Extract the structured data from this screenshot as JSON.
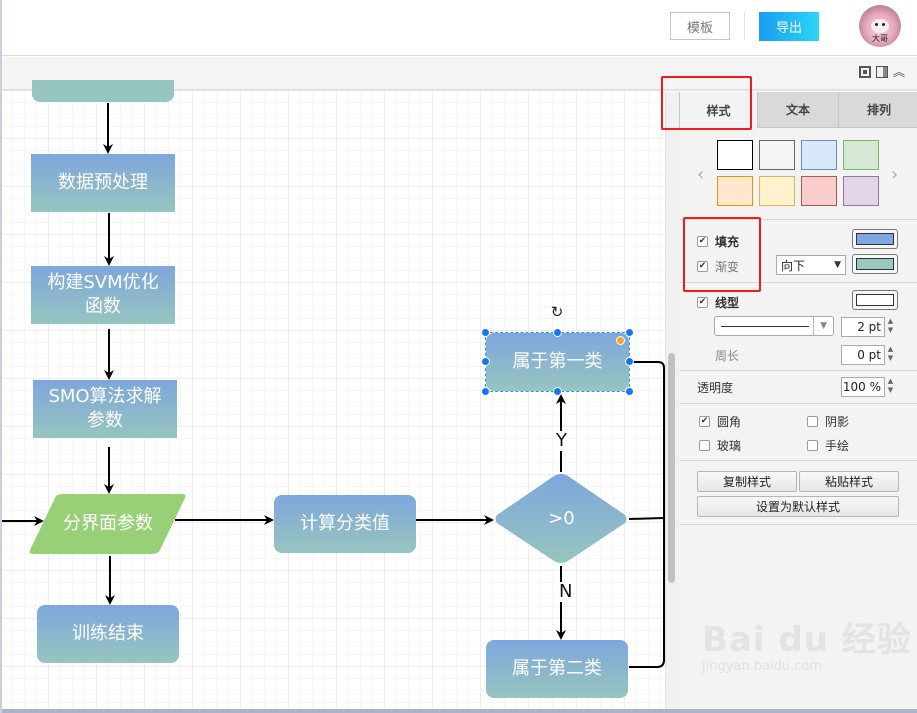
{
  "header": {
    "template_label": "模板",
    "export_label": "导出",
    "avatar_tag": "大哥"
  },
  "toolbar": {
    "icons": [
      "fit-screen-icon",
      "panel-toggle-icon",
      "collapse-icon"
    ],
    "collapse_glyph": "︽"
  },
  "diagram": {
    "nodes": [
      {
        "id": "data-preprocess",
        "label": "数据预处理",
        "shape": "rectangle"
      },
      {
        "id": "build-svm",
        "label": "构建SVM优化函数",
        "shape": "rectangle"
      },
      {
        "id": "smo-solve",
        "label": "SMO算法求解参数",
        "shape": "rectangle"
      },
      {
        "id": "boundary-params",
        "label": "分界面参数",
        "shape": "parallelogram",
        "color": "#97d077"
      },
      {
        "id": "train-end",
        "label": "训练结束",
        "shape": "rounded-rectangle"
      },
      {
        "id": "compute-value",
        "label": "计算分类值",
        "shape": "rounded-rectangle"
      },
      {
        "id": "decision",
        "label": ">0",
        "shape": "diamond"
      },
      {
        "id": "class-one",
        "label": "属于第一类",
        "shape": "rounded-rectangle",
        "selected": true
      },
      {
        "id": "class-two",
        "label": "属于第二类",
        "shape": "rounded-rectangle"
      }
    ],
    "node_labels": {
      "data_preprocess": "数据预处理",
      "build_svm_line1": "构建SVM优化",
      "build_svm_line2": "函数",
      "smo_line1": "SMO算法求解",
      "smo_line2": "参数",
      "boundary": "分界面参数",
      "train_end": "训练结束",
      "compute": "计算分类值",
      "decision": ">0",
      "class_one": "属于第一类",
      "class_two": "属于第二类"
    },
    "edge_labels": {
      "yes": "Y",
      "no": "N"
    },
    "gradient": {
      "top": "#7ea6dc",
      "bottom": "#97c5bf"
    },
    "selection_color": "#1a76f0"
  },
  "panel": {
    "tabs": [
      {
        "label": "样式",
        "active": true
      },
      {
        "label": "文本",
        "active": false
      },
      {
        "label": "排列",
        "active": false
      }
    ],
    "swatches": [
      {
        "fill": "#ffffff",
        "stroke": "#000000"
      },
      {
        "fill": "#f5f5f5",
        "stroke": "#666666"
      },
      {
        "fill": "#dae8fc",
        "stroke": "#6c8ebf"
      },
      {
        "fill": "#d5e8d4",
        "stroke": "#82b366"
      },
      {
        "fill": "#ffe6cc",
        "stroke": "#d79b00"
      },
      {
        "fill": "#fff2cc",
        "stroke": "#d6b656"
      },
      {
        "fill": "#f8cecc",
        "stroke": "#b85450"
      },
      {
        "fill": "#e1d5e7",
        "stroke": "#9673a6"
      }
    ],
    "fill": {
      "label": "填充",
      "checked": true,
      "color": "#7ea6e0"
    },
    "gradient": {
      "label": "渐变",
      "checked": true,
      "direction": "向下",
      "color": "#9ac7bf"
    },
    "line": {
      "label": "线型",
      "checked": true,
      "color": "#ffffff",
      "width": "2 pt"
    },
    "perimeter": {
      "label": "周长",
      "value": "0 pt"
    },
    "opacity": {
      "label": "透明度",
      "value": "100 %"
    },
    "options": [
      {
        "label": "圆角",
        "checked": true
      },
      {
        "label": "阴影",
        "checked": false
      },
      {
        "label": "玻璃",
        "checked": false
      },
      {
        "label": "手绘",
        "checked": false
      }
    ],
    "buttons": {
      "copy_style": "复制样式",
      "paste_style": "粘贴样式",
      "set_default": "设置为默认样式"
    },
    "highlight_color": "#ef1c1c"
  },
  "watermark": {
    "main": "Bai du 经验",
    "sub": "jingyan.baidu.com"
  }
}
